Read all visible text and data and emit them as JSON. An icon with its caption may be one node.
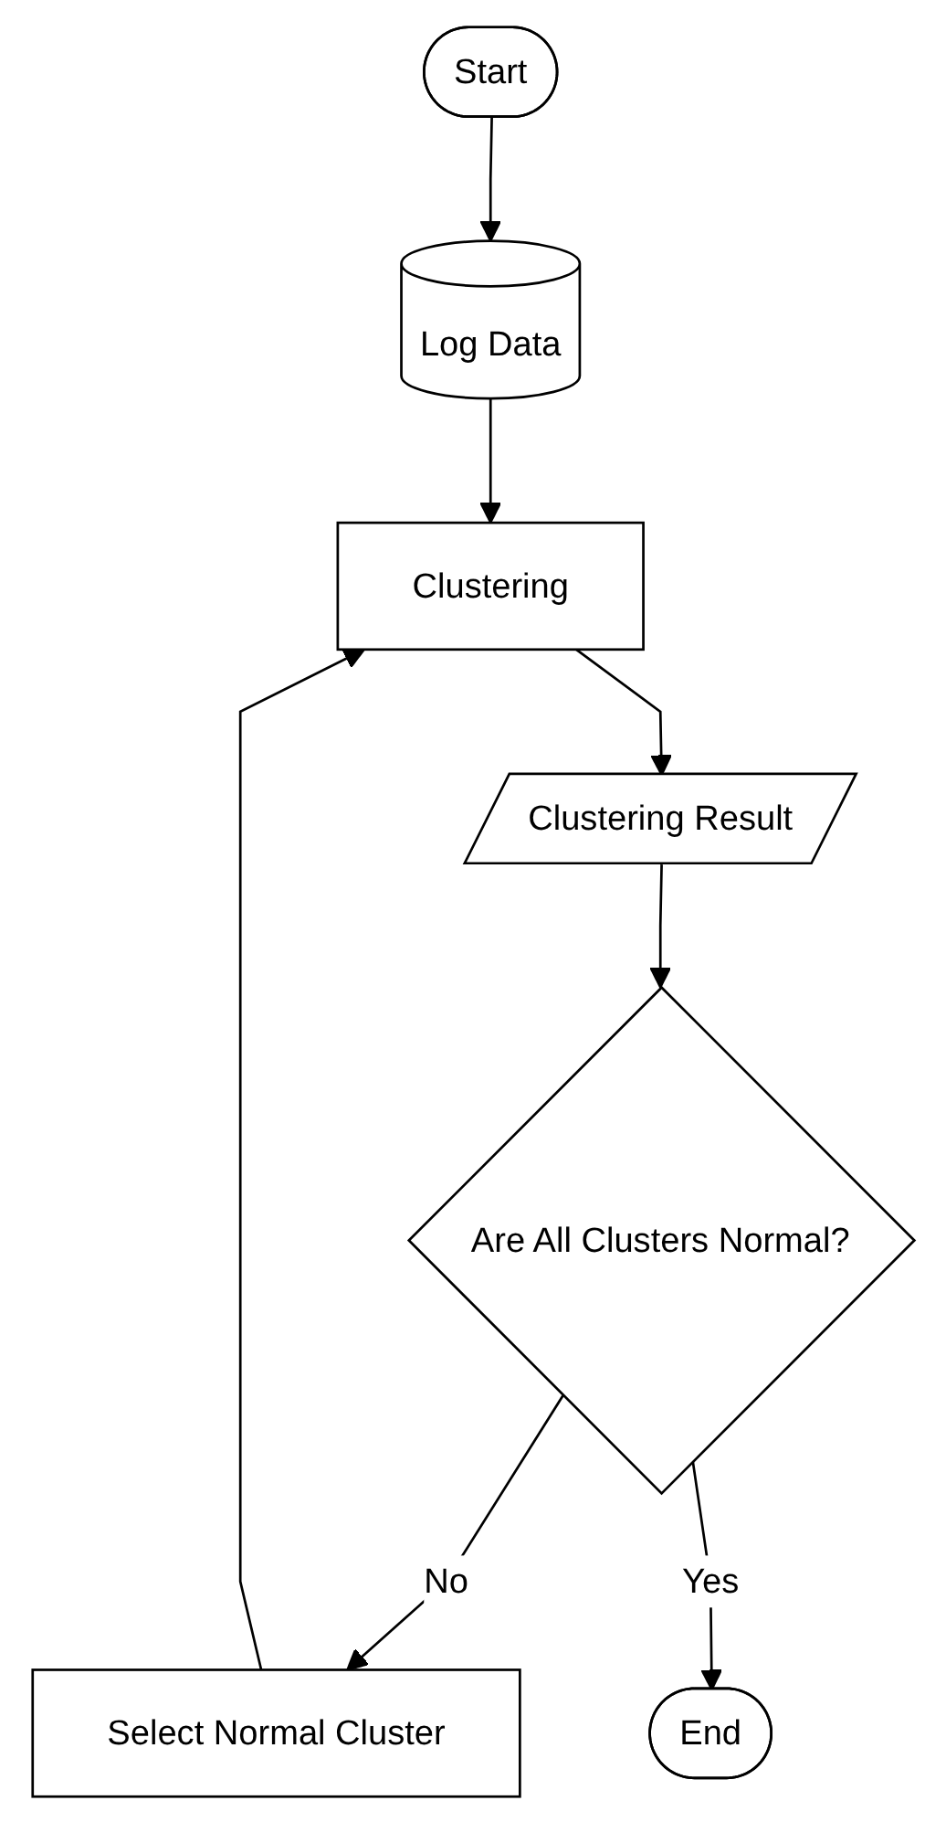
{
  "diagram": {
    "nodes": [
      {
        "text": [
          "Start"
        ]
      },
      {
        "text": [
          "Log Data"
        ]
      },
      {
        "text": [
          "Clustering"
        ]
      },
      {
        "text": [
          "Clustering Result"
        ]
      },
      {
        "text": [
          "Are All Clusters Normal?"
        ]
      },
      {
        "text": [
          "Select Normal Cluster"
        ]
      },
      {
        "text": [
          "End"
        ]
      }
    ],
    "edges": [
      {
        "from": 0,
        "to": 1,
        "arrow": "to"
      },
      {
        "from": 1,
        "to": 2,
        "arrow": "to"
      },
      {
        "from": 2,
        "to": 3,
        "arrow": "to"
      },
      {
        "from": 3,
        "to": 4,
        "arrow": "to"
      },
      {
        "from": 4,
        "to": 5,
        "arrow": "to",
        "label": "No"
      },
      {
        "from": 5,
        "to": 2,
        "arrow": "to"
      },
      {
        "from": 4,
        "to": 6,
        "arrow": "to",
        "label": "Yes"
      }
    ]
  }
}
